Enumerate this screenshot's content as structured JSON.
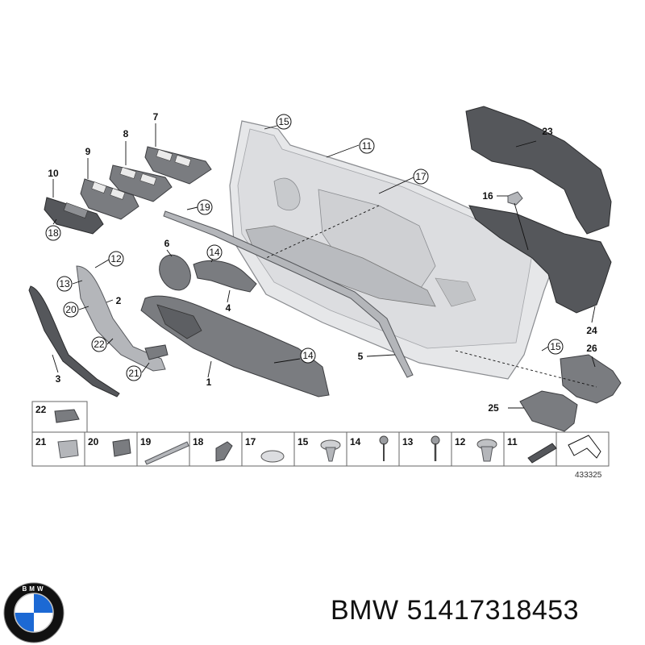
{
  "diagram": {
    "callouts": {
      "c1": "1",
      "c2": "2",
      "c3": "3",
      "c4": "4",
      "c5": "5",
      "c6": "6",
      "c7": "7",
      "c8": "8",
      "c9": "9",
      "c10": "10",
      "c11": "11",
      "c12": "12",
      "c13": "13",
      "c14": "14",
      "c15a": "15",
      "c15b": "15",
      "c16": "16",
      "c17": "17",
      "c18": "18",
      "c19": "19",
      "c20": "20",
      "c21": "21",
      "c22": "22",
      "c23": "23",
      "c24": "24",
      "c25": "25",
      "c26": "26"
    },
    "legend": [
      "22",
      "21",
      "20",
      "19",
      "18",
      "17",
      "15",
      "14",
      "13",
      "12",
      "11"
    ],
    "reference_number": "433325"
  },
  "caption": {
    "brand": "BMW",
    "part_number": "51417318453"
  },
  "logo": {
    "text": "BMW",
    "icon": "bmw-roundel-icon",
    "colors": {
      "blue": "#1c69d4",
      "ring": "#111111"
    }
  }
}
